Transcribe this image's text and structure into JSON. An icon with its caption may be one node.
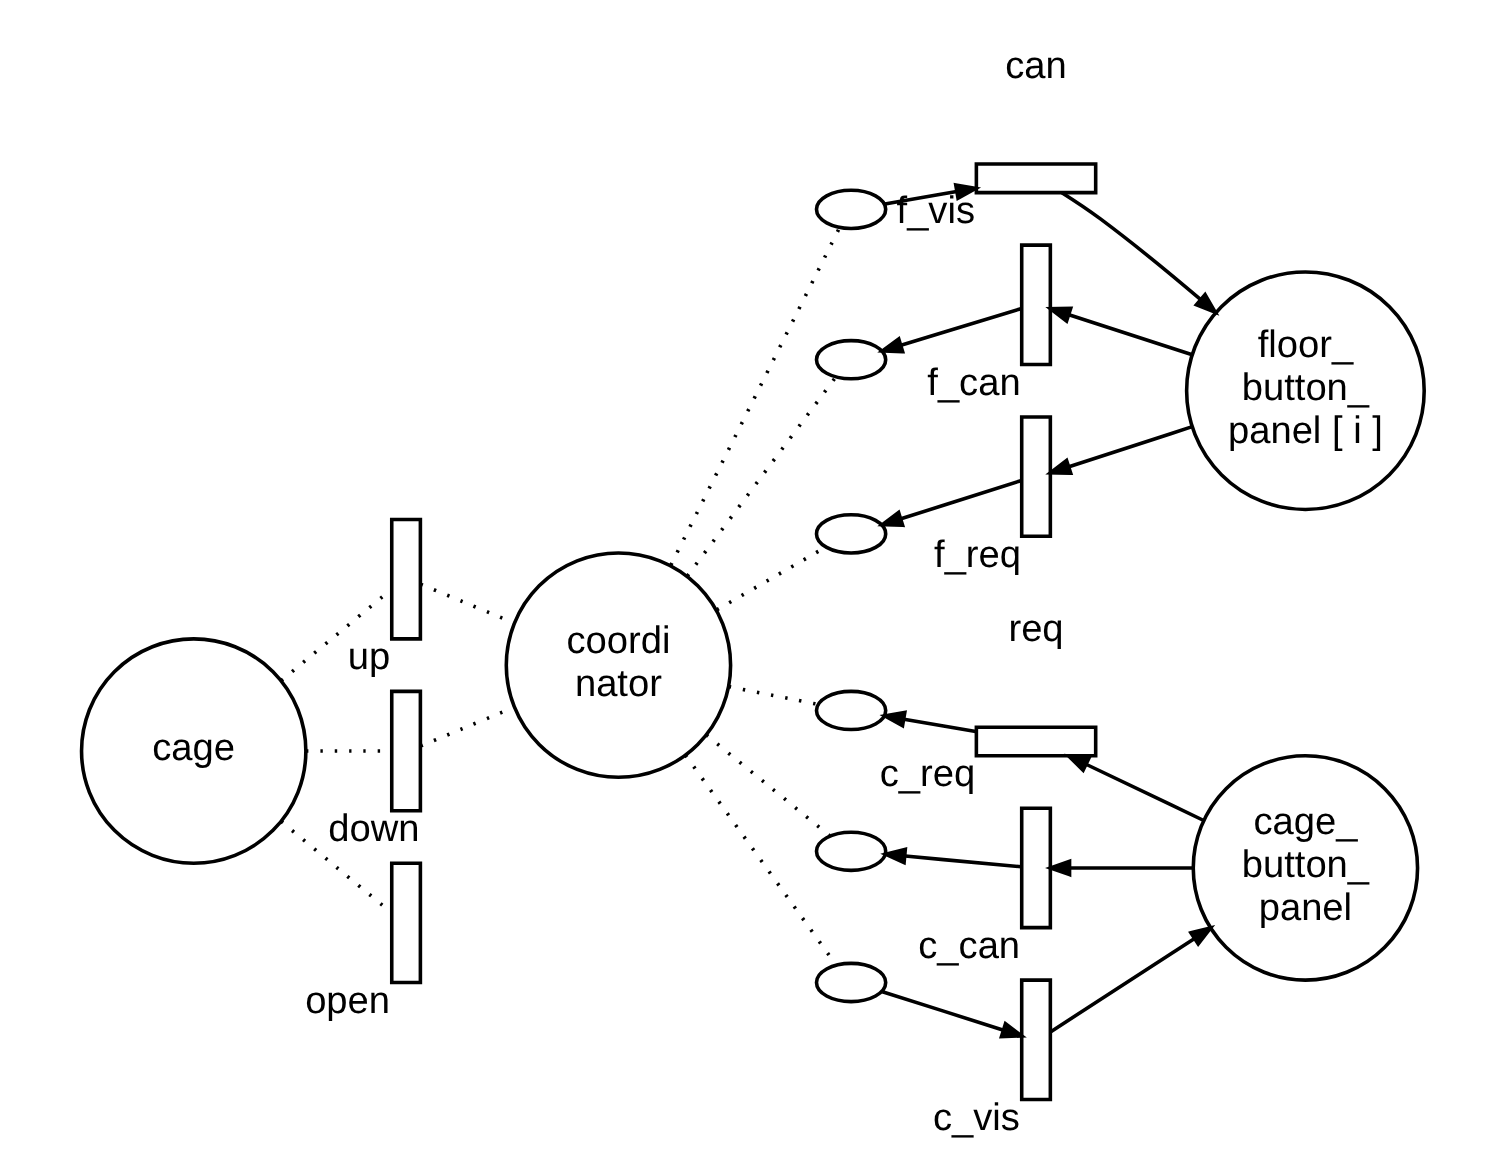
{
  "diagram": {
    "nodes": [
      {
        "text": [
          "cage"
        ]
      },
      {
        "text": [
          "coordi nator"
        ]
      },
      {
        "text": [
          "floor_ button_ panel [ i ]"
        ]
      },
      {
        "text": [
          "cage_ button_ panel"
        ]
      },
      {
        "text": [],
        "shape": "bar",
        "beside": [
          "up"
        ]
      },
      {
        "text": [],
        "shape": "bar",
        "beside": [
          "down"
        ]
      },
      {
        "text": [],
        "shape": "bar",
        "beside": [
          "open"
        ]
      },
      {
        "text": [],
        "shape": "bar",
        "beside": [
          "f_vis"
        ]
      },
      {
        "text": [],
        "shape": "bar",
        "beside": [
          "f_can"
        ]
      },
      {
        "text": [],
        "shape": "bar",
        "beside": [
          "f_req"
        ]
      },
      {
        "text": [],
        "shape": "bar",
        "beside": [
          "c_vis"
        ]
      },
      {
        "text": [],
        "shape": "bar",
        "beside": [
          "c_can"
        ]
      },
      {
        "text": [],
        "shape": "bar",
        "beside": [
          "c_req"
        ]
      },
      {
        "text": [],
        "shape": "ellipse"
      },
      {
        "text": [],
        "shape": "ellipse"
      },
      {
        "text": [],
        "shape": "ellipse"
      },
      {
        "text": [],
        "shape": "ellipse"
      },
      {
        "text": [],
        "shape": "ellipse"
      },
      {
        "text": [],
        "shape": "ellipse"
      }
    ],
    "edges": [
      {
        "from": 0,
        "to": 4,
        "arrow": "none",
        "style": "dashed"
      },
      {
        "from": 4,
        "to": 1,
        "arrow": "none",
        "style": "dashed"
      },
      {
        "from": 0,
        "to": 5,
        "arrow": "none",
        "style": "dashed"
      },
      {
        "from": 5,
        "to": 1,
        "arrow": "none",
        "style": "dashed"
      },
      {
        "from": 0,
        "to": 6,
        "arrow": "none",
        "style": "dashed"
      },
      {
        "from": 1,
        "to": 13,
        "arrow": "none",
        "style": "dashed"
      },
      {
        "from": 1,
        "to": 14,
        "arrow": "none",
        "style": "dashed"
      },
      {
        "from": 1,
        "to": 15,
        "arrow": "none",
        "style": "dashed"
      },
      {
        "from": 1,
        "to": 16,
        "arrow": "none",
        "style": "dashed"
      },
      {
        "from": 1,
        "to": 17,
        "arrow": "none",
        "style": "dashed"
      },
      {
        "from": 1,
        "to": 18,
        "arrow": "none",
        "style": "dashed"
      },
      {
        "from": 13,
        "to": 7,
        "arrow": "to"
      },
      {
        "from": 7,
        "to": 2,
        "arrow": "to"
      },
      {
        "from": 2,
        "to": 8,
        "arrow": "to"
      },
      {
        "from": 8,
        "to": 14,
        "arrow": "to"
      },
      {
        "from": 2,
        "to": 9,
        "arrow": "to"
      },
      {
        "from": 9,
        "to": 15,
        "arrow": "to"
      },
      {
        "from": 18,
        "to": 10,
        "arrow": "to"
      },
      {
        "from": 10,
        "to": 3,
        "arrow": "to"
      },
      {
        "from": 3,
        "to": 11,
        "arrow": "to"
      },
      {
        "from": 11,
        "to": 17,
        "arrow": "to"
      },
      {
        "from": 3,
        "to": 12,
        "arrow": "to"
      },
      {
        "from": 12,
        "to": 16,
        "arrow": "to"
      }
    ],
    "labels": [
      "req",
      "can"
    ]
  }
}
